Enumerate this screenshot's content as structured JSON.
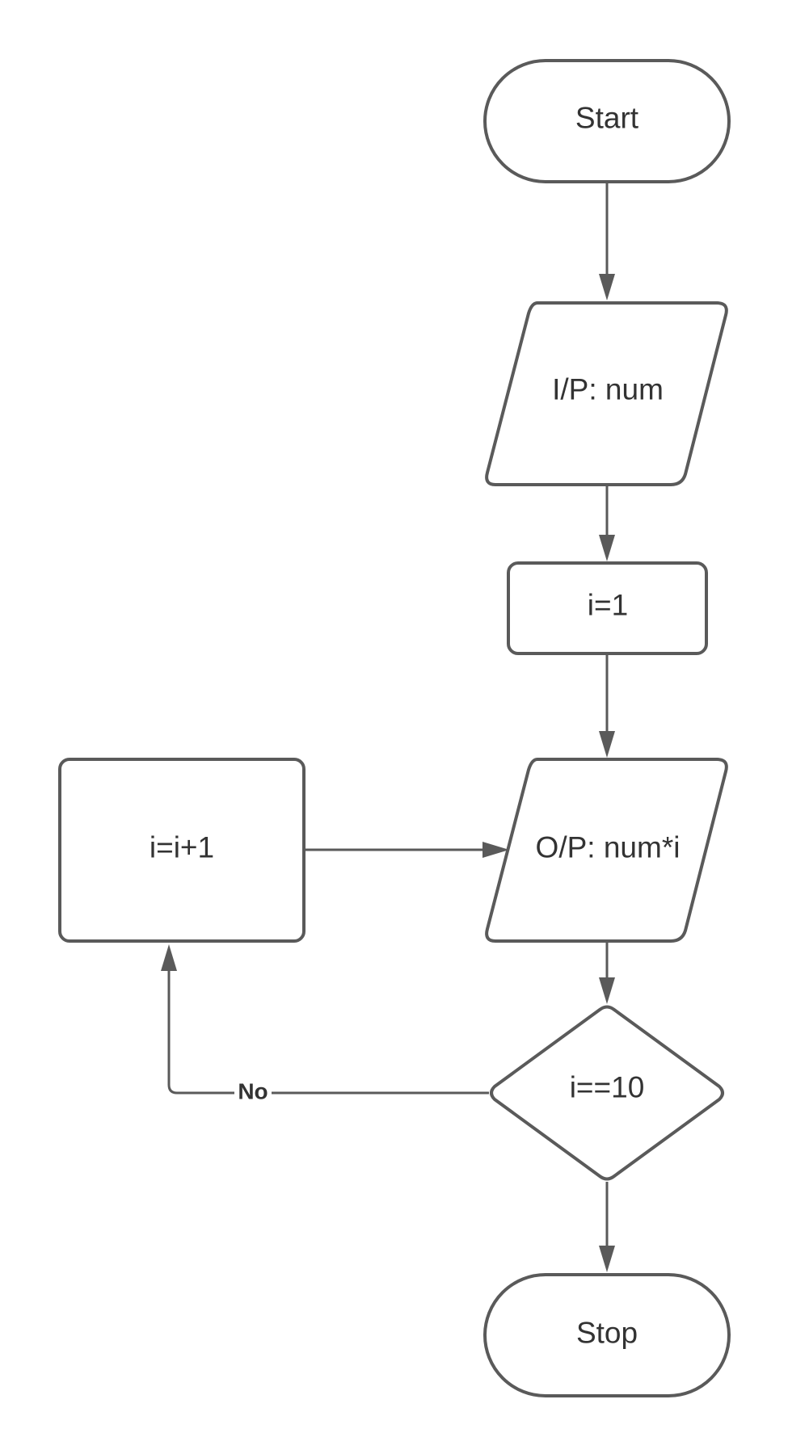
{
  "nodes": {
    "start": "Start",
    "input": "I/P: num",
    "init": "i=1",
    "output": "O/P: num*i",
    "increment": "i=i+1",
    "decision": "i==10",
    "stop": "Stop"
  },
  "edges": {
    "no_label": "No"
  }
}
